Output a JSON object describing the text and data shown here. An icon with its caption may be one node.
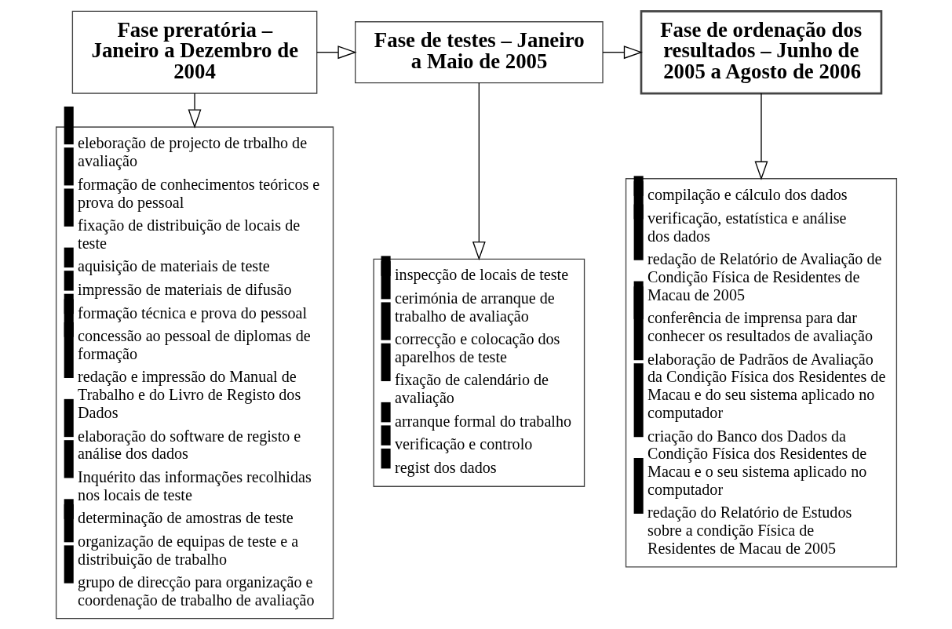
{
  "diagram": {
    "nodes": [
      {
        "text": [
          "Fase preratória – Janeiro a Dezembro de 2004"
        ]
      },
      {
        "text": [
          "Fase de testes – Janeiro a Maio de 2005"
        ]
      },
      {
        "text": [
          "Fase de ordenação dos resultados – Junho de 2005 a Agosto de 2006"
        ]
      },
      {
        "text": [
          "eleboração de projecto de trbalho de avaliação",
          "formação de conhecimentos teóricos e prova do pessoal",
          "fixação de distribuição de locais de teste",
          "aquisição de materiais de teste",
          "impressão de materiais de difusão",
          "formação técnica e prova do pessoal",
          "concessão ao pessoal de diplomas de formação",
          "redação e impressão do Manual de Trabalho e do Livro de Registo dos Dados",
          "elaboração do software de registo e análise dos dados",
          "Inquérito das informações recolhidas nos locais de teste",
          "determinação de amostras de teste",
          "organização de equipas de teste e a distribuição de trabalho",
          "grupo de direcção para organização e coordenação de trabalho de avaliação"
        ]
      },
      {
        "text": [
          "inspecção de locais de teste",
          "cerimónia de arranque de trabalho de avaliação",
          "correcção e colocação dos aparelhos de teste",
          "fixação de calendário de avaliação",
          "arranque formal do trabalho",
          "verificação e controlo",
          "regist dos dados"
        ]
      },
      {
        "text": [
          "compilação e cálculo dos dados",
          "verificação, estatística e análise dos dados",
          "redação de Relatório de Avaliação de Condição Física de Residentes de Macau de 2005",
          "conferência de imprensa para dar conhecer os resultados de avaliação",
          "elaboração de Padrãos de Avaliação da Condição Física dos Residentes de Macau e do seu sistema aplicado no computador",
          "criação do Banco dos Dados da Condição Física dos Residentes de Macau e o seu sistema aplicado no computador",
          "redação do Relatório de Estudos sobre a condição Física de Residentes de Macau de 2005"
        ]
      }
    ],
    "edges": [
      {
        "from": 0,
        "to": 1,
        "arrow": "to"
      },
      {
        "from": 1,
        "to": 2,
        "arrow": "to"
      },
      {
        "from": 0,
        "to": 3,
        "arrow": "to"
      },
      {
        "from": 1,
        "to": 4,
        "arrow": "to"
      },
      {
        "from": 2,
        "to": 5,
        "arrow": "to"
      }
    ]
  }
}
